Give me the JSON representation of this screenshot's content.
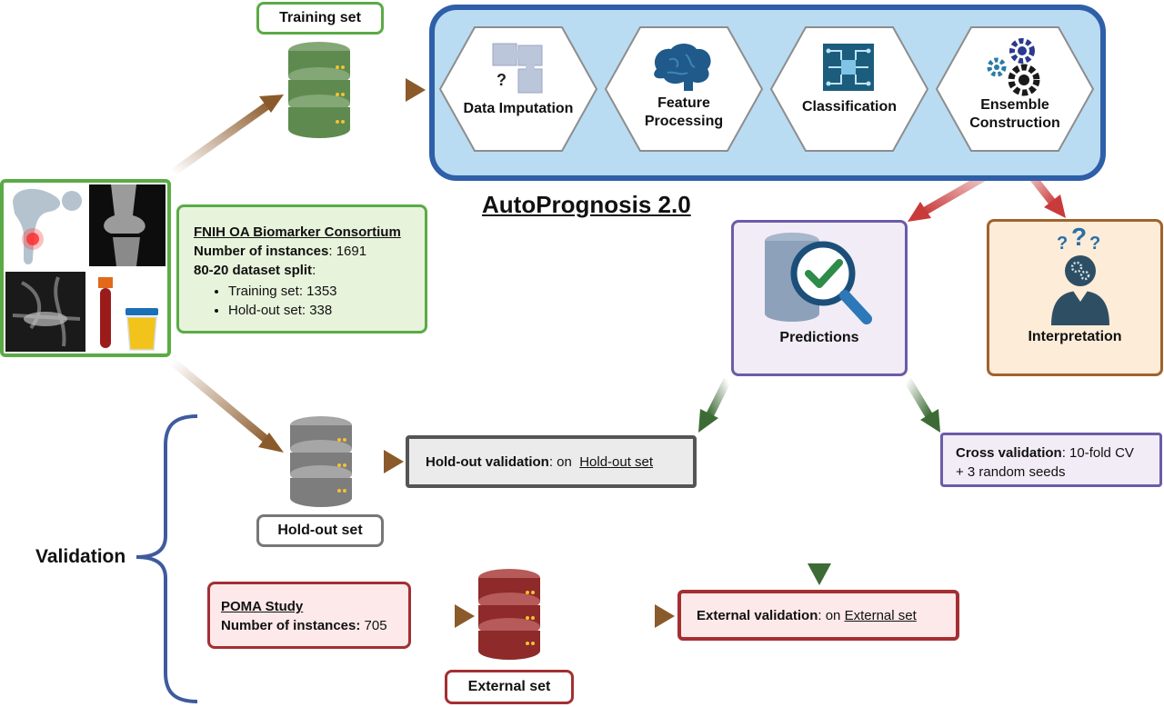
{
  "colors": {
    "autoprognosis_border": "#2e5fa8",
    "autoprognosis_fill": "#b9dcf2",
    "green_border": "#5aab45",
    "green_fill": "#e8f3dc",
    "purple_border": "#6b5ca8",
    "purple_fill": "#f1ecf6",
    "orange_border": "#a0632d",
    "orange_fill": "#fcecd8",
    "red_border": "#a32f32",
    "red_fill": "#fde9e9",
    "gray_border": "#555555",
    "gray_fill": "#ebebeb",
    "arrow_brown": "#8b5a2b",
    "arrow_red": "#c93a3a",
    "arrow_green": "#3d6b35"
  },
  "training_set": {
    "label": "Training set"
  },
  "autoprognosis": {
    "title": "AutoPrognosis 2.0",
    "steps": [
      {
        "label_line1": "Data Imputation",
        "label_line2": "",
        "icon": "puzzle-icon"
      },
      {
        "label_line1": "Feature",
        "label_line2": "Processing",
        "icon": "brain-icon"
      },
      {
        "label_line1": "Classification",
        "label_line2": "",
        "icon": "circuit-icon"
      },
      {
        "label_line1": "Ensemble",
        "label_line2": "Construction",
        "icon": "gears-icon"
      }
    ]
  },
  "fnih": {
    "title": "FNIH OA Biomarker Consortium",
    "instances_label": "Number of instances",
    "instances_value": ": 1691",
    "split_label": "80-20 dataset split",
    "split_colon": ":",
    "items": [
      "Training set: 1353",
      "Hold-out set: 338"
    ]
  },
  "predictions": {
    "label": "Predictions"
  },
  "interpretation": {
    "label": "Interpretation"
  },
  "holdout_validation": {
    "label": "Hold-out validation",
    "on": ": on ",
    "target": "Hold-out set"
  },
  "holdout_set": {
    "label": "Hold-out set"
  },
  "cross_validation": {
    "label": "Cross validation",
    "line1_rest": ": 10-fold CV",
    "line2": "+ 3 random seeds"
  },
  "validation": {
    "label": "Validation"
  },
  "poma": {
    "title": "POMA Study",
    "instances_label": "Number of instances:",
    "instances_value": " 705"
  },
  "external_validation": {
    "label": "External validation",
    "on": ": on ",
    "target": "External set"
  },
  "external_set": {
    "label": "External set"
  }
}
